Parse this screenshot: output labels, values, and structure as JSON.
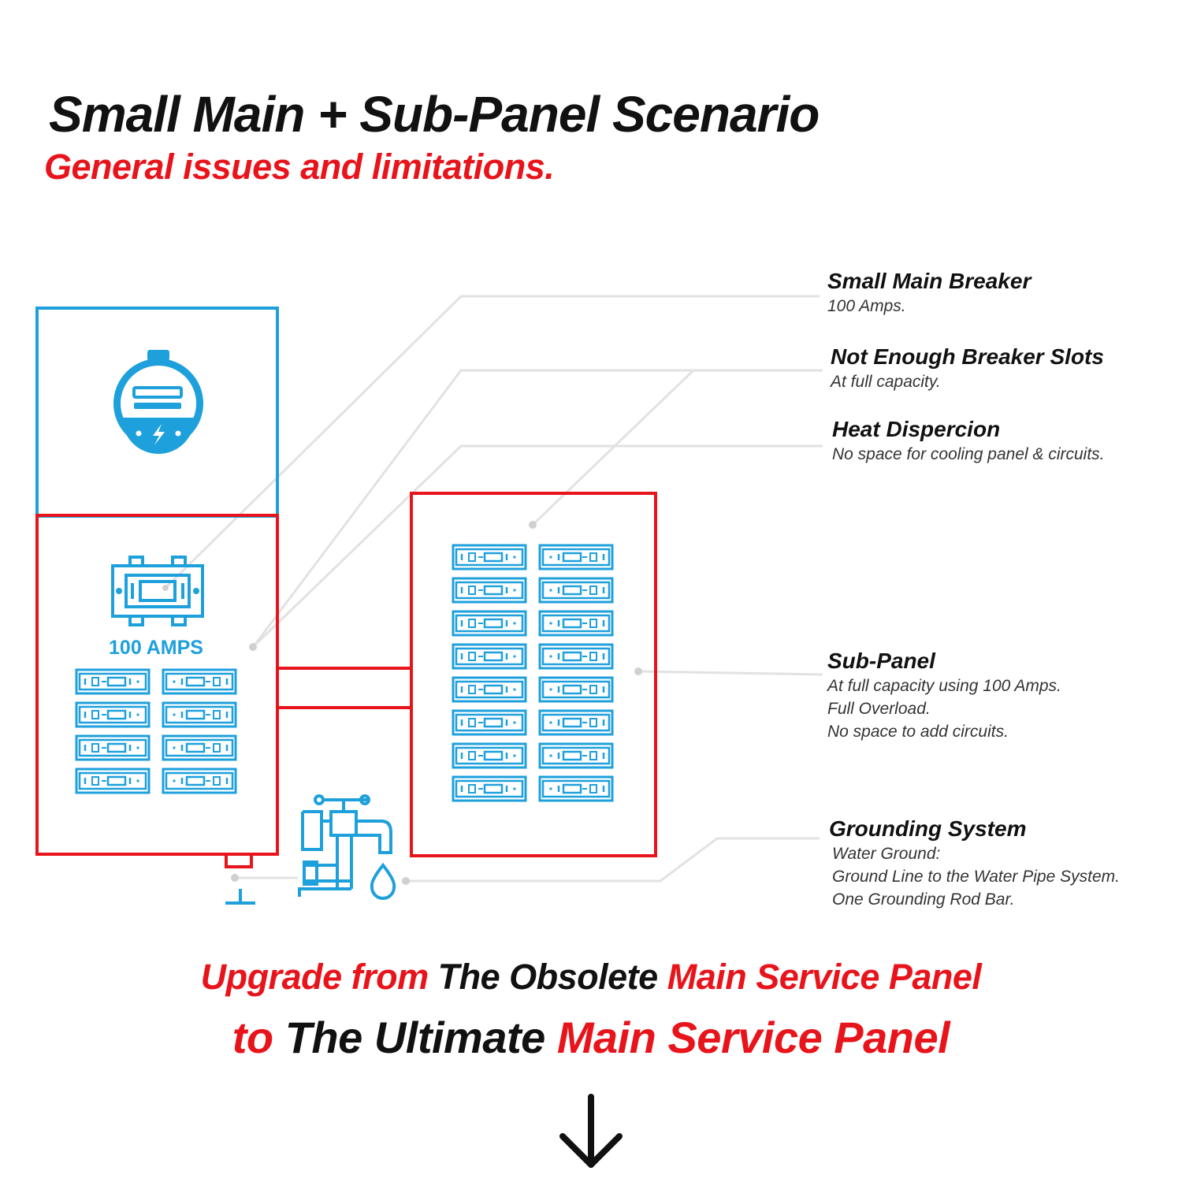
{
  "header": {
    "title": "Small Main + Sub-Panel Scenario",
    "subtitle": "General issues and limitations."
  },
  "main_panel": {
    "rating_label": "100 AMPS"
  },
  "callouts": [
    {
      "heading": "Small Main Breaker",
      "lines": [
        "100 Amps."
      ]
    },
    {
      "heading": "Not Enough Breaker Slots",
      "lines": [
        "At full capacity."
      ]
    },
    {
      "heading": "Heat Dispercion",
      "lines": [
        "No space for cooling panel & circuits."
      ]
    },
    {
      "heading": "Sub-Panel",
      "lines": [
        "At full capacity using 100 Amps.",
        "Full Overload.",
        "No space to add circuits."
      ]
    },
    {
      "heading": "Grounding System",
      "lines": [
        "Water Ground:",
        "Ground Line to the Water Pipe System.",
        "One Grounding Rod Bar."
      ]
    }
  ],
  "call_to_action": {
    "line1": {
      "part1": "Upgrade from",
      "part2": "The Obsolete",
      "part3": "Main Service Panel"
    },
    "line2": {
      "part1": "to",
      "part2": "The Ultimate",
      "part3": "Main Service Panel"
    }
  },
  "icons": [
    "electric-meter-icon",
    "main-breaker-icon",
    "circuit-breaker-icon",
    "water-faucet-icon",
    "water-drop-icon",
    "ground-symbol-icon",
    "arrow-down-icon"
  ],
  "colors": {
    "accent_red": "#e8141b",
    "panel_blue": "#1ea0dc",
    "leader_gray": "#e2e2e2",
    "text_dark": "#111111"
  }
}
